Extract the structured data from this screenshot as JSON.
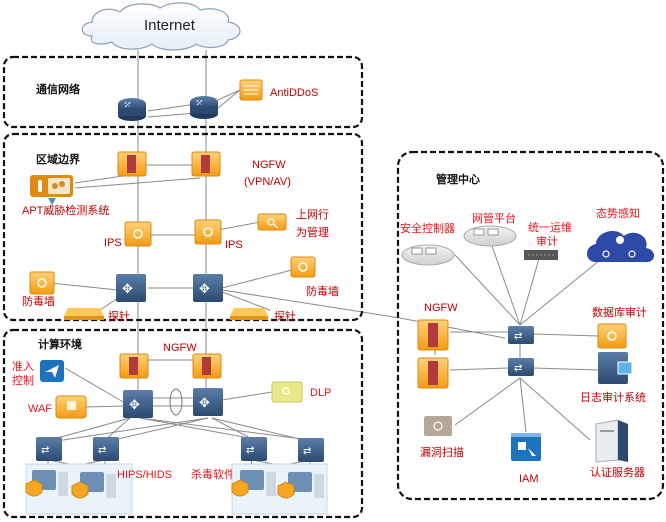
{
  "cloud": {
    "label": "Internet"
  },
  "zones": {
    "comm": {
      "title": "通信网络"
    },
    "border": {
      "title": "区域边界"
    },
    "compute": {
      "title": "计算环境"
    },
    "mgmt": {
      "title": "管理中心"
    }
  },
  "labels": {
    "antiddos": "AntiDDoS",
    "ngfw_vpn_1": "NGFW",
    "ngfw_vpn_2": "(VPN/AV)",
    "apt": "APT威胁检测系统",
    "ips_left": "IPS",
    "ips_right": "IPS",
    "behavior_1": "上网行",
    "behavior_2": "为管理",
    "av_wall_left": "防毒墙",
    "av_wall_right": "防毒墙",
    "probe_left": "探针",
    "probe_right": "探针",
    "ngfw_compute": "NGFW",
    "nac_1": "准入",
    "nac_2": "控制",
    "waf": "WAF",
    "dlp": "DLP",
    "hips": "HIPS/HIDS",
    "antivirus": "杀毒软件",
    "sec_controller": "安全控制器",
    "nms": "网管平台",
    "ops_audit_1": "统一运维",
    "ops_audit_2": "审计",
    "situational": "态势感知",
    "ngfw_mgmt": "NGFW",
    "db_audit": "数据库审计",
    "log_audit": "日志审计系统",
    "vuln_scan": "漏洞扫描",
    "iam": "IAM",
    "auth_server": "认证服务器"
  },
  "colors": {
    "label_red": "#c00000",
    "bright_red": "#e8141c",
    "firewall_orange": "#f5a623",
    "switch_blue": "#3a5f8a",
    "cloud_blue": "#2e4aa8"
  }
}
